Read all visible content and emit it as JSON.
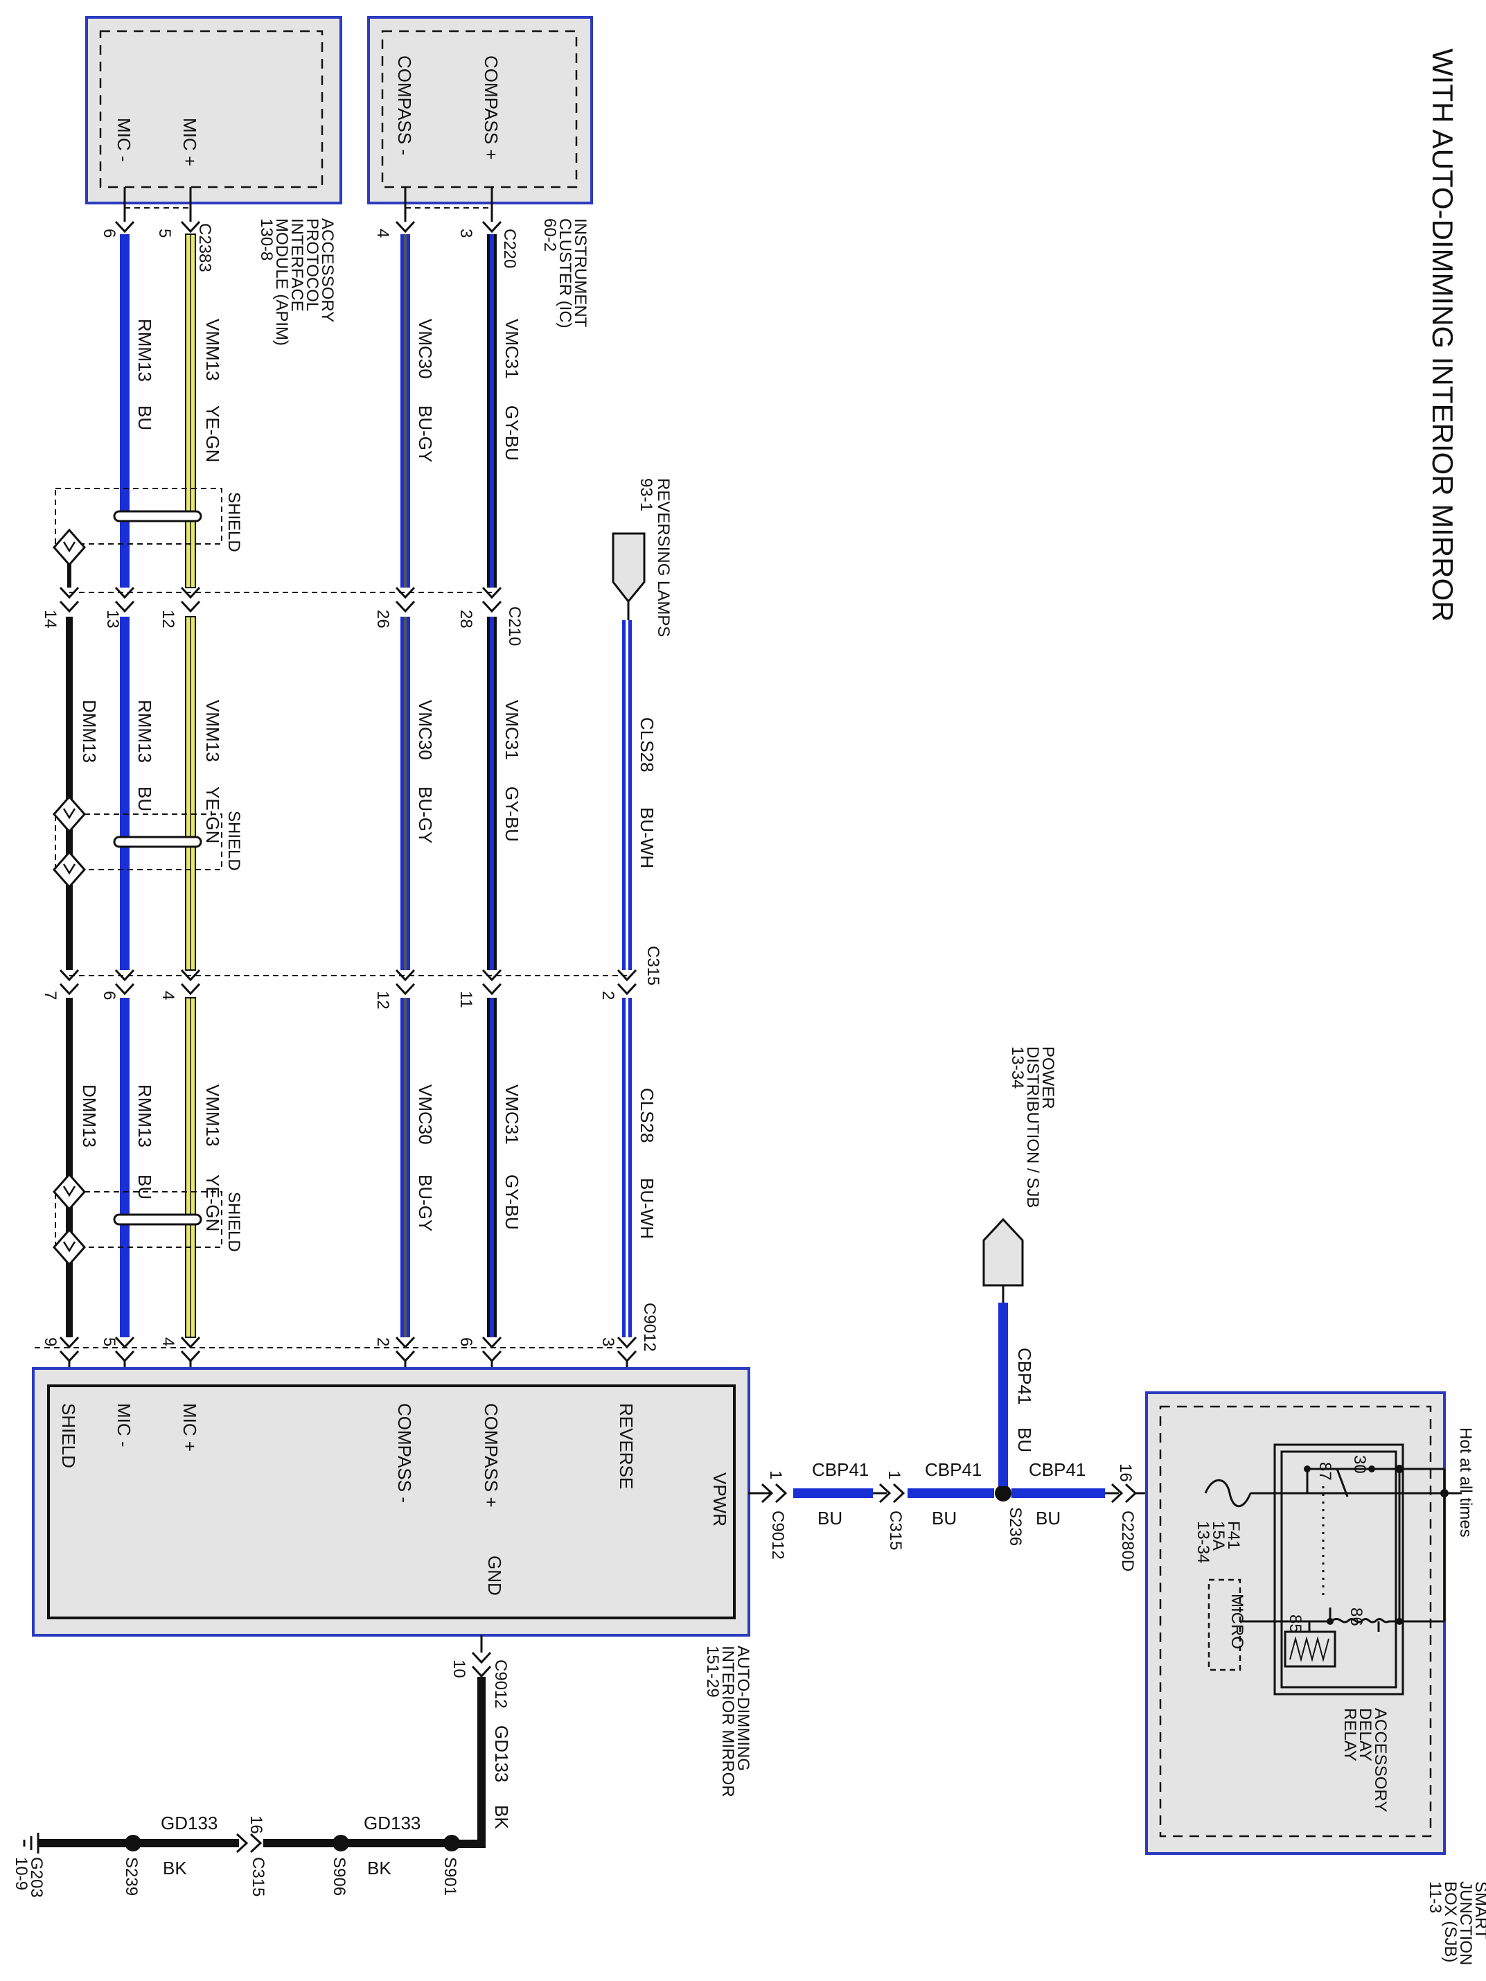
{
  "title": "WITH AUTO-DIMMING INTERIOR MIRROR",
  "colors": {
    "blue": "#1a2fd6",
    "yellow_green": "#e8e86a",
    "black": "#111111",
    "module_fill": "#e4e4e4",
    "module_border": "#2b3bbf"
  },
  "modules": {
    "apim": {
      "pins": [
        "MIC +",
        "MIC -"
      ],
      "label": [
        "ACCESSORY",
        "PROTOCOL",
        "INTERFACE",
        "MODULE (APIM)",
        "130-8"
      ],
      "connector": "C2383",
      "pin_numbers": [
        "5",
        "6"
      ]
    },
    "ic": {
      "pins": [
        "COMPASS +",
        "COMPASS -"
      ],
      "label": [
        "INSTRUMENT",
        "CLUSTER (IC)",
        "60-2"
      ],
      "connector": "C220",
      "pin_numbers": [
        "3",
        "4"
      ]
    },
    "mirror": {
      "pins": [
        "REVERSE",
        "COMPASS +",
        "COMPASS -",
        "MIC +",
        "MIC -",
        "SHIELD"
      ],
      "vpwr": "VPWR",
      "gnd": "GND",
      "label": [
        "AUTO-DIMMING",
        "INTERIOR MIRROR",
        "151-29"
      ]
    },
    "sjb": {
      "label": [
        "SMART",
        "JUNCTION",
        "BOX (SJB)",
        "11-3"
      ],
      "hot": "Hot at all times",
      "relay_label": [
        "ACCESSORY",
        "DELAY",
        "RELAY"
      ],
      "relay_pins": [
        "30",
        "87",
        "86",
        "85"
      ],
      "micro": "MICRO",
      "fuse": [
        "F41",
        "15A",
        "13-34"
      ],
      "connector": "C2280D",
      "connector_pin": "16"
    }
  },
  "references": {
    "reversing": [
      "REVERSING LAMPS",
      "93-1"
    ],
    "power": [
      "POWER",
      "DISTRIBUTION / SJB",
      "13-34"
    ]
  },
  "connectors": {
    "c210": {
      "name": "C210",
      "pins": [
        "28",
        "26",
        "12",
        "13",
        "14"
      ]
    },
    "c315": {
      "name": "C315",
      "pins": [
        "2",
        "11",
        "12",
        "4",
        "6",
        "7"
      ]
    },
    "c9012": {
      "name": "C9012",
      "pins": [
        "3",
        "6",
        "2",
        "4",
        "5",
        "9"
      ]
    },
    "c9012_power": {
      "name": "C9012",
      "pin": "1"
    },
    "c315_power": {
      "name": "C315",
      "pin": "1"
    },
    "c9012_gnd": {
      "name": "C9012",
      "pin": "10"
    },
    "c315_gnd": {
      "name": "C315",
      "pin": "16"
    }
  },
  "wires": {
    "vmc31": {
      "circuit": "VMC31",
      "color": "GY-BU"
    },
    "vmc30": {
      "circuit": "VMC30",
      "color": "BU-GY"
    },
    "vmm13": {
      "circuit": "VMM13",
      "color": "YE-GN"
    },
    "rmm13": {
      "circuit": "RMM13",
      "color": "BU"
    },
    "dmm13": {
      "circuit": "DMM13"
    },
    "cls28": {
      "circuit": "CLS28",
      "color": "BU-WH"
    },
    "cbp41": {
      "circuit": "CBP41",
      "color": "BU"
    },
    "gd133": {
      "circuit": "GD133",
      "color": "BK"
    }
  },
  "shield": "SHIELD",
  "splices": {
    "s236": "S236",
    "s901": "S901",
    "s906": "S906",
    "s239": "S239"
  },
  "ground": {
    "name": "G203",
    "ref": "10-9"
  }
}
